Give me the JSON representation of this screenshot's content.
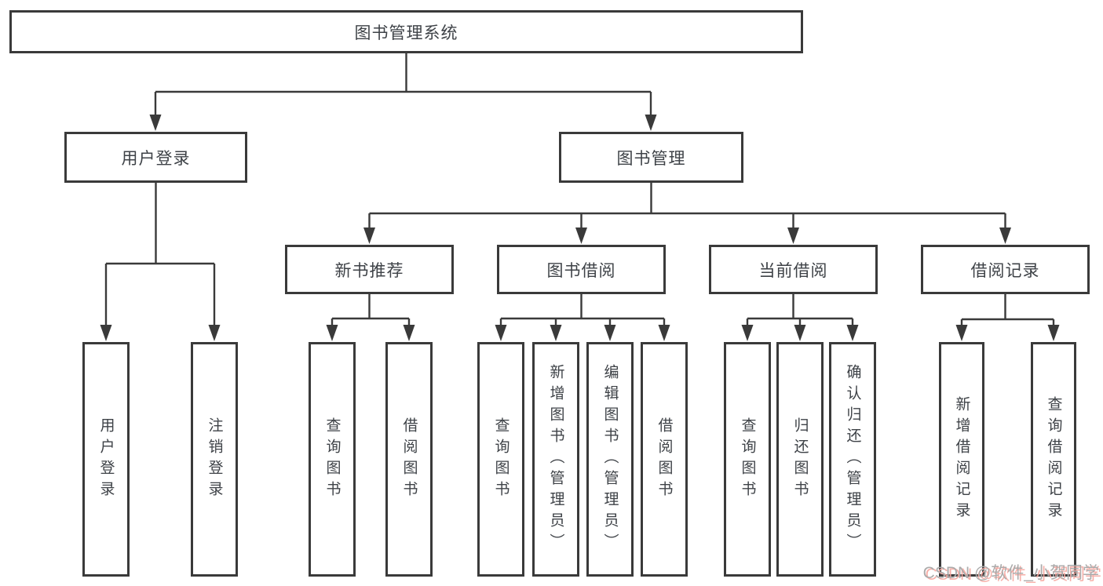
{
  "tree": {
    "root": {
      "label": "图书管理系统",
      "children": [
        {
          "label": "用户登录",
          "children": [
            {
              "label": "用户登录"
            },
            {
              "label": "注销登录"
            }
          ]
        },
        {
          "label": "图书管理",
          "children": [
            {
              "label": "新书推荐",
              "children": [
                {
                  "label": "查询图书"
                },
                {
                  "label": "借阅图书"
                }
              ]
            },
            {
              "label": "图书借阅",
              "children": [
                {
                  "label": "查询图书"
                },
                {
                  "label": "新增图书（管理员）"
                },
                {
                  "label": "编辑图书（管理员）"
                },
                {
                  "label": "借阅图书"
                }
              ]
            },
            {
              "label": "当前借阅",
              "children": [
                {
                  "label": "查询图书"
                },
                {
                  "label": "归还图书"
                },
                {
                  "label": "确认归还（管理员）"
                }
              ]
            },
            {
              "label": "借阅记录",
              "children": [
                {
                  "label": "新增借阅记录"
                },
                {
                  "label": "查询借阅记录"
                }
              ]
            }
          ]
        }
      ]
    }
  },
  "watermark": {
    "text": "CSDN @软件_小贺同学"
  },
  "colors": {
    "background": "#ffffff",
    "line": "#3a3a3a",
    "box_border": "#3a3a3a",
    "text": "#3e4247",
    "watermark_text": "#ababab",
    "watermark_shadow": "#f6a69e"
  }
}
